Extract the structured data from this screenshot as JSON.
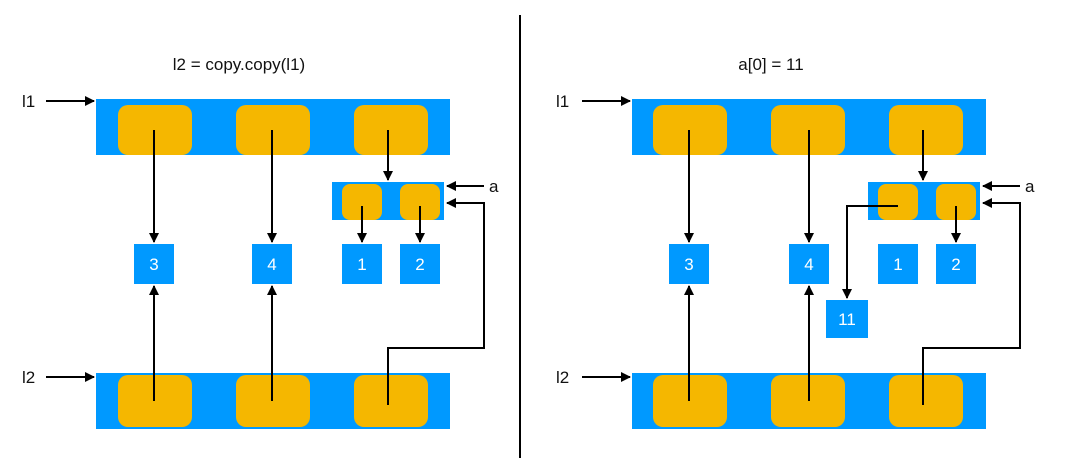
{
  "colors": {
    "list_bar": "#0099FF",
    "slot": "#F5B700",
    "value_box": "#0099FF",
    "arrow": "#000000",
    "divider": "#000000"
  },
  "left_panel": {
    "title": "l2 = copy.copy(l1)",
    "l1_label": "l1",
    "l2_label": "l2",
    "a_label": "a",
    "values": [
      "3",
      "4",
      "1",
      "2"
    ]
  },
  "right_panel": {
    "title": "a[0] = 11",
    "l1_label": "l1",
    "l2_label": "l2",
    "a_label": "a",
    "values": [
      "3",
      "4",
      "1",
      "2",
      "11"
    ]
  }
}
